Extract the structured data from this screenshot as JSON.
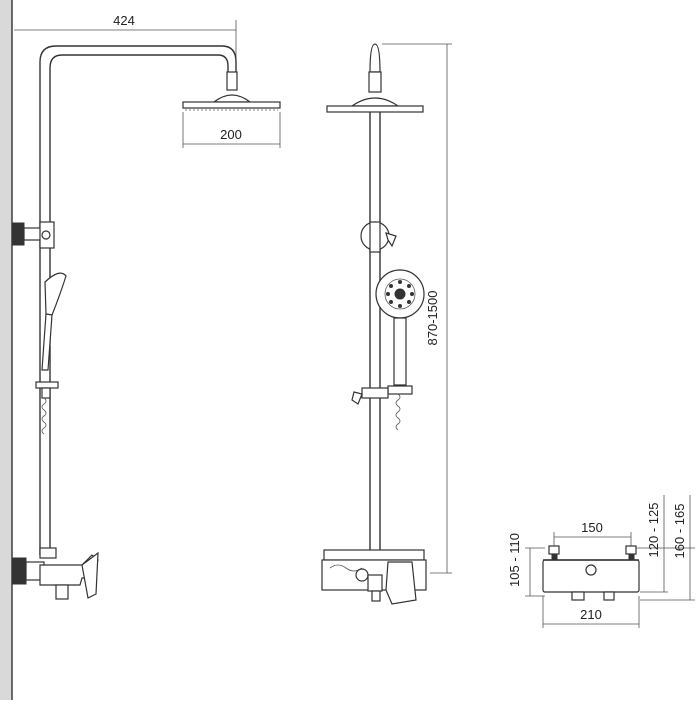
{
  "drawing": {
    "dimensions": {
      "overall_width": "424",
      "head_diameter": "200",
      "height_range": "870-1500",
      "inlet_spacing": "150",
      "body_width": "210",
      "depth_a": "105 - 110",
      "depth_b": "120 - 125",
      "depth_c": "160 - 165"
    }
  }
}
